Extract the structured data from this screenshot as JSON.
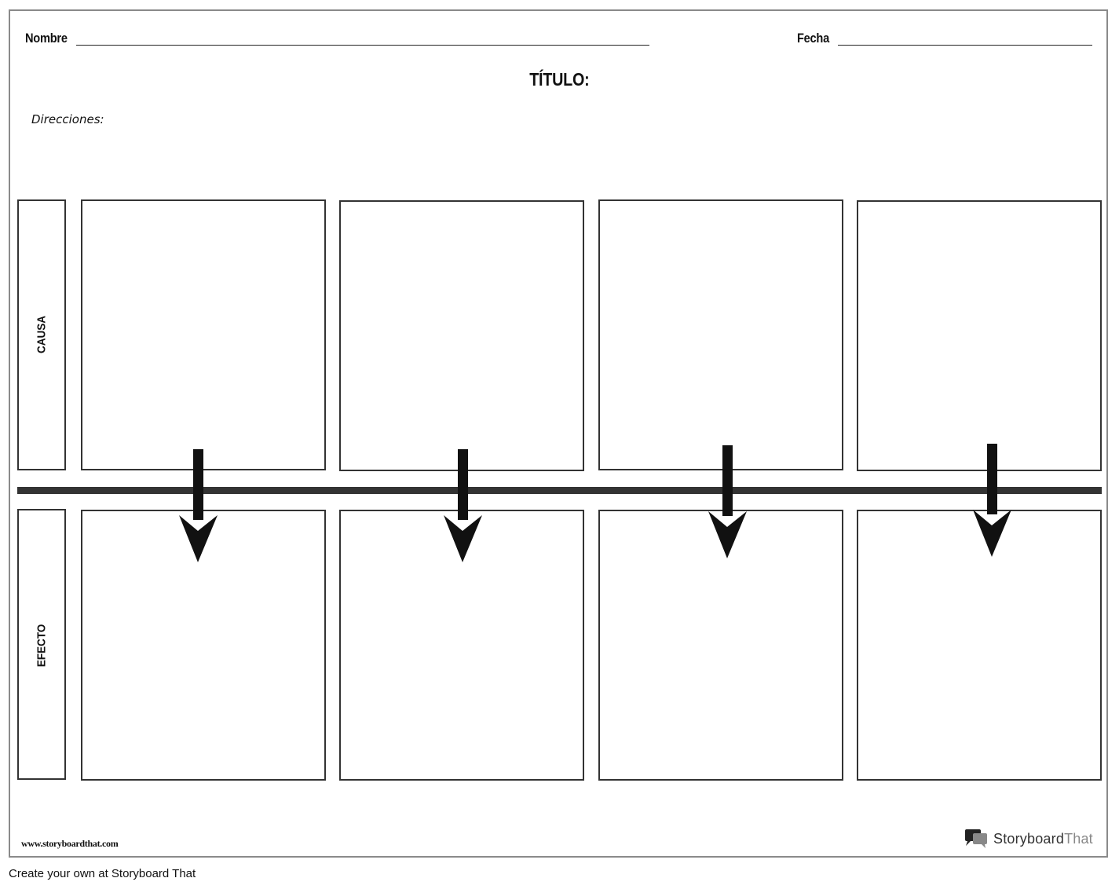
{
  "header": {
    "name_label": "Nombre",
    "date_label": "Fecha",
    "title": "TÍTULO:",
    "directions": "Direcciones:"
  },
  "rows": {
    "cause_label": "CAUSA",
    "effect_label": "EFECTO"
  },
  "footer": {
    "url": "www.storyboardthat.com",
    "brand_main": "Storyboard",
    "brand_light": "That",
    "caption": "Create your own at Storyboard That"
  }
}
